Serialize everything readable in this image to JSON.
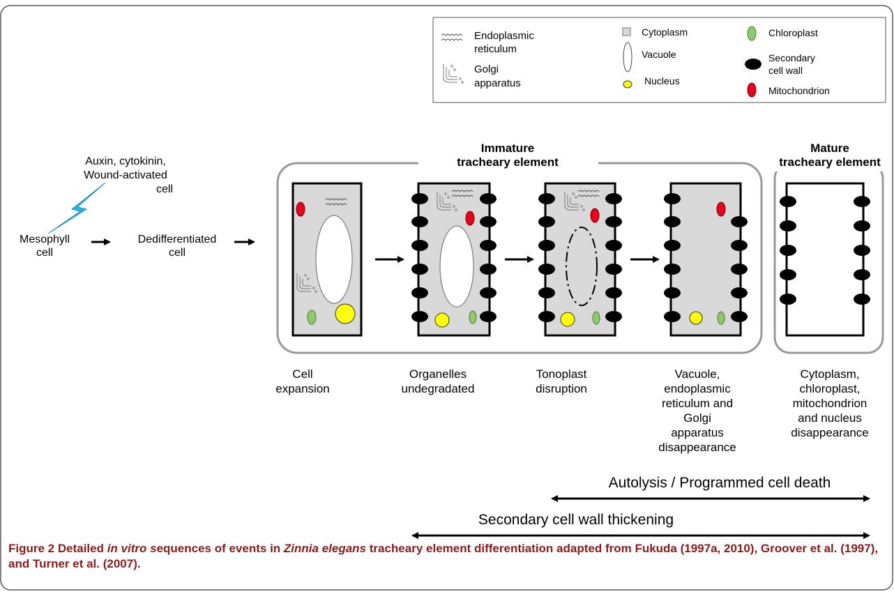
{
  "legend": {
    "er": [
      "Endoplasmic",
      "reticulum"
    ],
    "golgi": [
      "Golgi",
      "apparatus"
    ],
    "cytoplasm": "Cytoplasm",
    "vacuole": "Vacuole",
    "nucleus": "Nucleus",
    "chloroplast": "Chloroplast",
    "secondary_wall": [
      "Secondary",
      "cell wall"
    ],
    "mitochondrion": "Mitochondrion"
  },
  "inducers": [
    "Auxin, cytokinin,",
    "Wound-activated",
    "cell"
  ],
  "mesophyll": [
    "Mesophyll",
    "cell"
  ],
  "dedifferentiated": [
    "Dedifferentiated",
    "cell"
  ],
  "immature_title": [
    "Immature",
    "tracheary element"
  ],
  "mature_title": [
    "Mature",
    "tracheary element"
  ],
  "stages": [
    [
      "Cell",
      "expansion"
    ],
    [
      "Organelles",
      "undegradated"
    ],
    [
      "Tonoplast",
      "disruption"
    ],
    [
      "Vacuole,",
      "endoplasmic",
      "reticulum and",
      "Golgi",
      "apparatus",
      "disappearance"
    ],
    [
      "Cytoplasm,",
      "chloroplast,",
      "mitochondrion",
      "and nucleus",
      "disappearance"
    ]
  ],
  "processes": {
    "autolysis": "Autolysis / Programmed cell death",
    "thickening": "Secondary cell wall thickening"
  },
  "caption": {
    "label": "Figure 2",
    "t1": " Detailed ",
    "t2": "in vitro s",
    "t3": "equences of events in ",
    "t4": "Zinnia elegans",
    "t5": " tracheary element differentiation adapted from Fukuda (1997a, 2010), Groover et al. (1997), and Turner et al. (2007)."
  },
  "colors": {
    "cytoplasm": "#d9d9d9",
    "nucleus": "#ffff00",
    "chloroplast": "#8fc96b",
    "mitochondrion": "#e8001c",
    "secondary_wall": "#000000",
    "lightning": "#29b6e8",
    "caption": "#8b1a1a"
  }
}
